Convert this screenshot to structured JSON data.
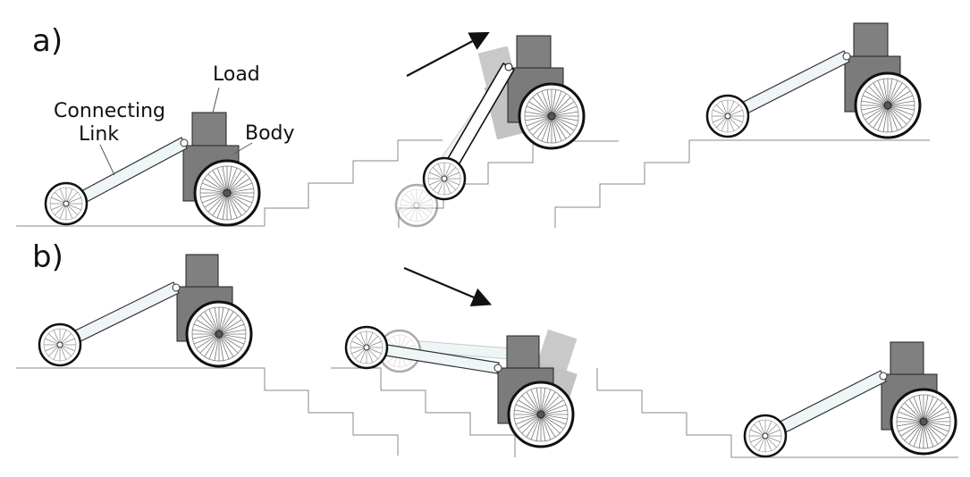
{
  "panels": {
    "a": "a)",
    "b": "b)"
  },
  "labels": {
    "load": "Load",
    "connecting_line1": "Connecting",
    "connecting_line2": "Link",
    "body": "Body"
  },
  "colors": {
    "body": "#7b7b7b",
    "load": "#808080",
    "link_fill": "#eef6f8",
    "stairs": "#8a8a8a",
    "arrow": "#111111"
  }
}
